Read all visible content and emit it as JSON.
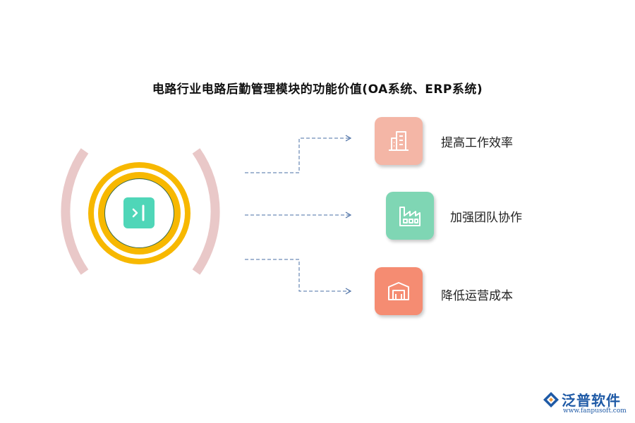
{
  "title": "电路行业电路后勤管理模块的功能价值(OA系统、ERP系统)",
  "items": [
    {
      "label": "提高工作效率",
      "color": "#f4b6a6",
      "icon": "office-building-icon"
    },
    {
      "label": "加强团队协作",
      "color": "#7fd6b4",
      "icon": "factory-icon"
    },
    {
      "label": "降低运营成本",
      "color": "#f58c72",
      "icon": "warehouse-icon"
    }
  ],
  "hub": {
    "icon": "sidebar-expand-icon",
    "ring_color": "#f7b800",
    "core_color": "#4fd6b8",
    "arc_color": "#e9c8c8"
  },
  "logo": {
    "name": "泛普软件",
    "url": "www.fanpusoft.com"
  },
  "connector_color": "#4a6fa5"
}
